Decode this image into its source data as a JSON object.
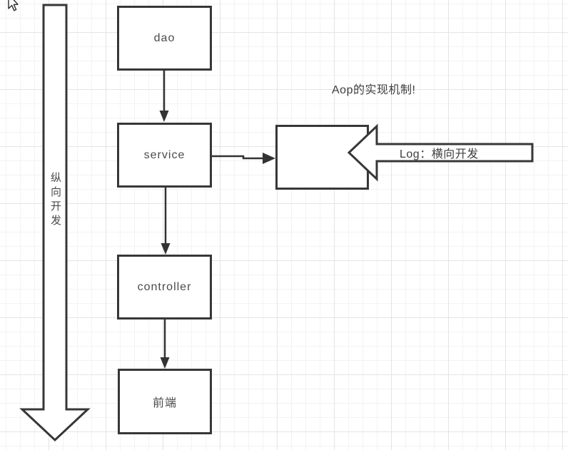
{
  "note": {
    "text": "Aop的实现机制!"
  },
  "nodes": {
    "dao": {
      "label": "dao"
    },
    "service": {
      "label": "service"
    },
    "controller": {
      "label": "controller"
    },
    "frontend": {
      "label": "前端"
    },
    "aspect": {
      "label": ""
    }
  },
  "arrows": {
    "vertical": {
      "label": "纵向开发",
      "direction": "down"
    },
    "horizontal": {
      "label": "Log：横向开发",
      "direction": "left"
    }
  },
  "icons": {
    "cursor": "arrow-pointer-icon"
  },
  "colors": {
    "shape_stroke": "#373737",
    "connector_stroke": "#333333",
    "text": "#4a4a4a",
    "grid_minor": "#f3f3f3",
    "grid_major": "#e4e4e4",
    "background": "#ffffff",
    "shape_fill": "#ffffff"
  }
}
